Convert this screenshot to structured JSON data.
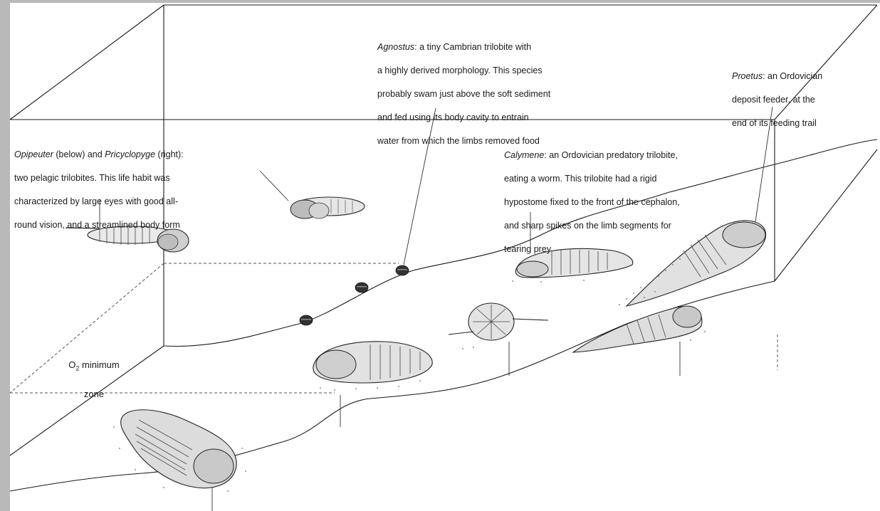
{
  "labels": {
    "agnostus": {
      "name": "Agnostus",
      "lines": [
        ": a tiny Cambrian trilobite with",
        "a highly derived morphology. This species",
        "probably swam just above the soft sediment",
        "and fed using its body cavity to entrain",
        "water from which the limbs removed food"
      ]
    },
    "proetus": {
      "name": "Proetus",
      "lines": [
        ": an Ordovician",
        "deposit feeder, at the",
        "end of its feeding trail"
      ]
    },
    "pelagic": {
      "name1": "Opipeuter",
      "text1": " (below) and ",
      "name2": "Pricyclopyge",
      "text2": " (right):",
      "lines": [
        "two pelagic trilobites. This life habit was",
        "characterized by large eyes with good all-",
        "round vision, and a streamlined body form"
      ]
    },
    "calymene": {
      "name": "Calymene",
      "lines": [
        ": an Ordovician predatory trilobite,",
        "eating a worm. This trilobite had a rigid",
        "hypostome fixed to the front of the cephalon,",
        "and sharp spikes on the limb segments for",
        "tearing prey"
      ]
    },
    "o2_zone": {
      "line1": "O",
      "subscript": "2",
      "line1_rest": " minimum",
      "line2": "zone"
    }
  },
  "colors": {
    "frame_gray": "#b9b9b9",
    "ink": "#1a1a1a",
    "stipple": "#6b6b6b"
  },
  "icons": {
    "trilobites": [
      "opipeuter",
      "pricyclopyge",
      "agnostus",
      "calymene",
      "proetus",
      "benthic-trilobite",
      "enrolled-trilobite",
      "spiny-trilobite",
      "large-trilobite"
    ]
  }
}
